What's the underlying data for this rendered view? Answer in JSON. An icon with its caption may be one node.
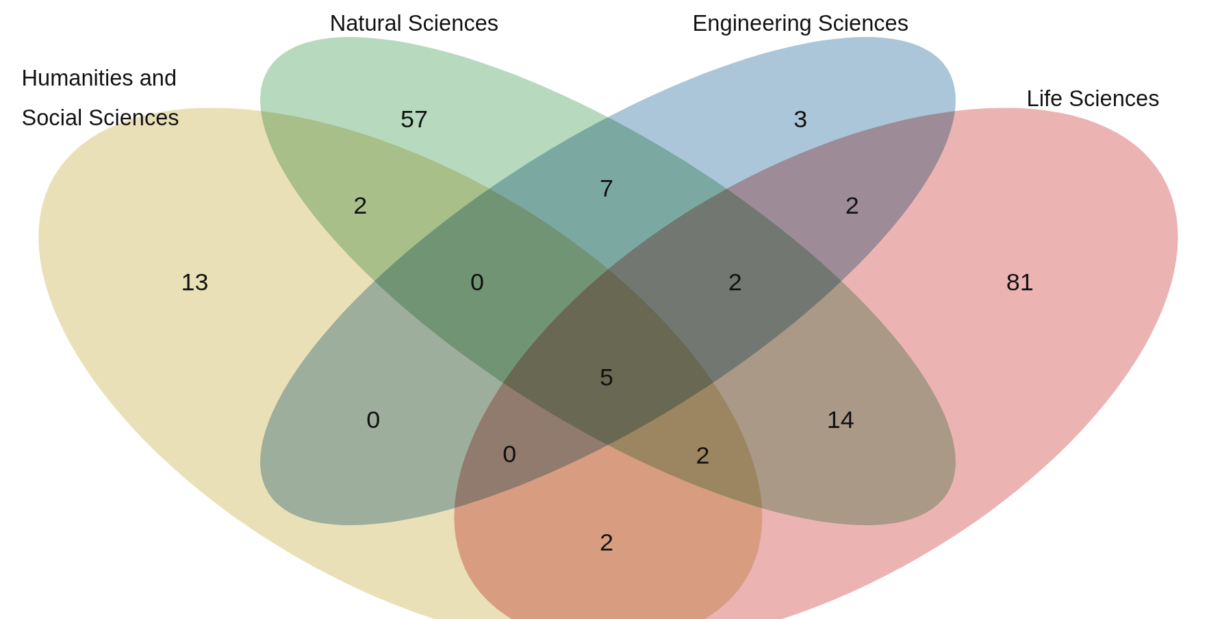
{
  "diagram": {
    "nodes": [
      {
        "text": [
          "Humanities and Social Sciences"
        ]
      },
      {
        "text": [
          "Natural Sciences"
        ]
      },
      {
        "text": [
          "Engineering Sciences"
        ]
      },
      {
        "text": [
          "Life Sciences"
        ]
      }
    ],
    "edges": [],
    "labels": [
      "57",
      "3",
      "7",
      "2",
      "2",
      "13",
      "0",
      "2",
      "81",
      "5",
      "0",
      "14",
      "0",
      "2",
      "2"
    ]
  }
}
